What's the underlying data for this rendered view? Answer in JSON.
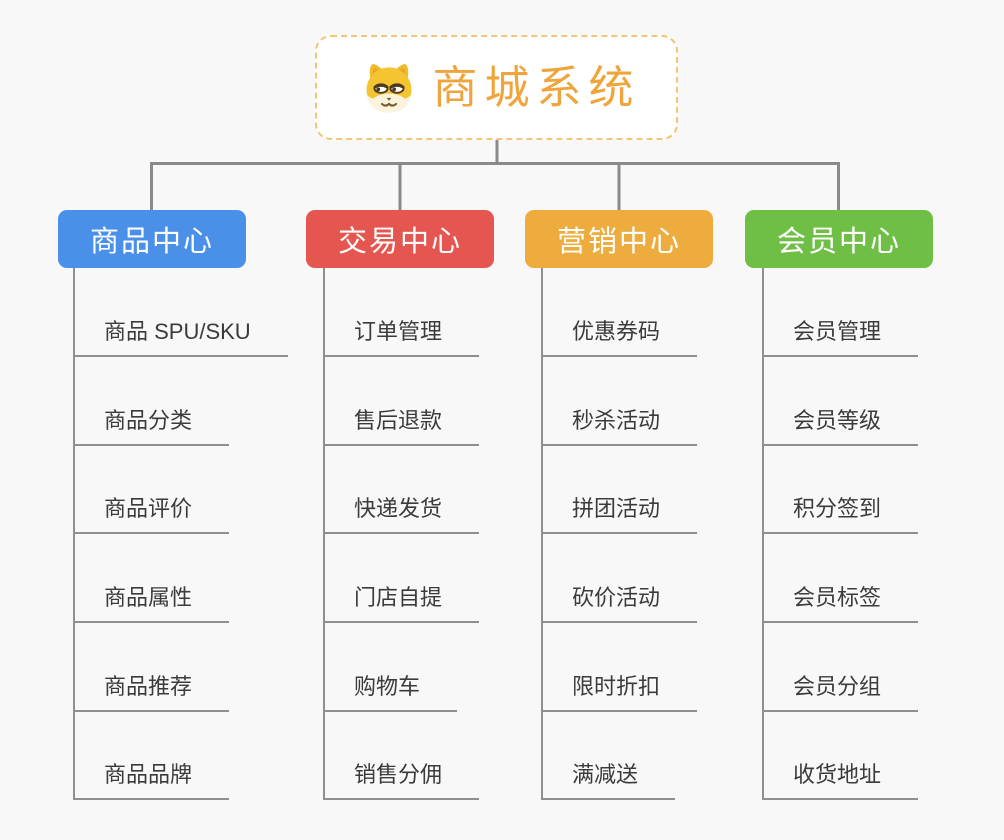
{
  "background_color": "#f8f8f8",
  "line_color": "#8f8f8f",
  "root": {
    "title": "商城系统",
    "icon": "dog-face-icon",
    "text_color": "#efa43c",
    "border_color": "#f3c576",
    "fill_color": "#ffffff"
  },
  "branches": [
    {
      "label": "商品中心",
      "color": "#4a8fe8",
      "items": [
        "商品 SPU/SKU",
        "商品分类",
        "商品评价",
        "商品属性",
        "商品推荐",
        "商品品牌"
      ]
    },
    {
      "label": "交易中心",
      "color": "#e4564f",
      "items": [
        "订单管理",
        "售后退款",
        "快递发货",
        "门店自提",
        "购物车",
        "销售分佣"
      ]
    },
    {
      "label": "营销中心",
      "color": "#eeac3e",
      "items": [
        "优惠券码",
        "秒杀活动",
        "拼团活动",
        "砍价活动",
        "限时折扣",
        "满减送"
      ]
    },
    {
      "label": "会员中心",
      "color": "#6fbf47",
      "items": [
        "会员管理",
        "会员等级",
        "积分签到",
        "会员标签",
        "会员分组",
        "收货地址"
      ]
    }
  ],
  "item_text_color": "#3b3b3b"
}
